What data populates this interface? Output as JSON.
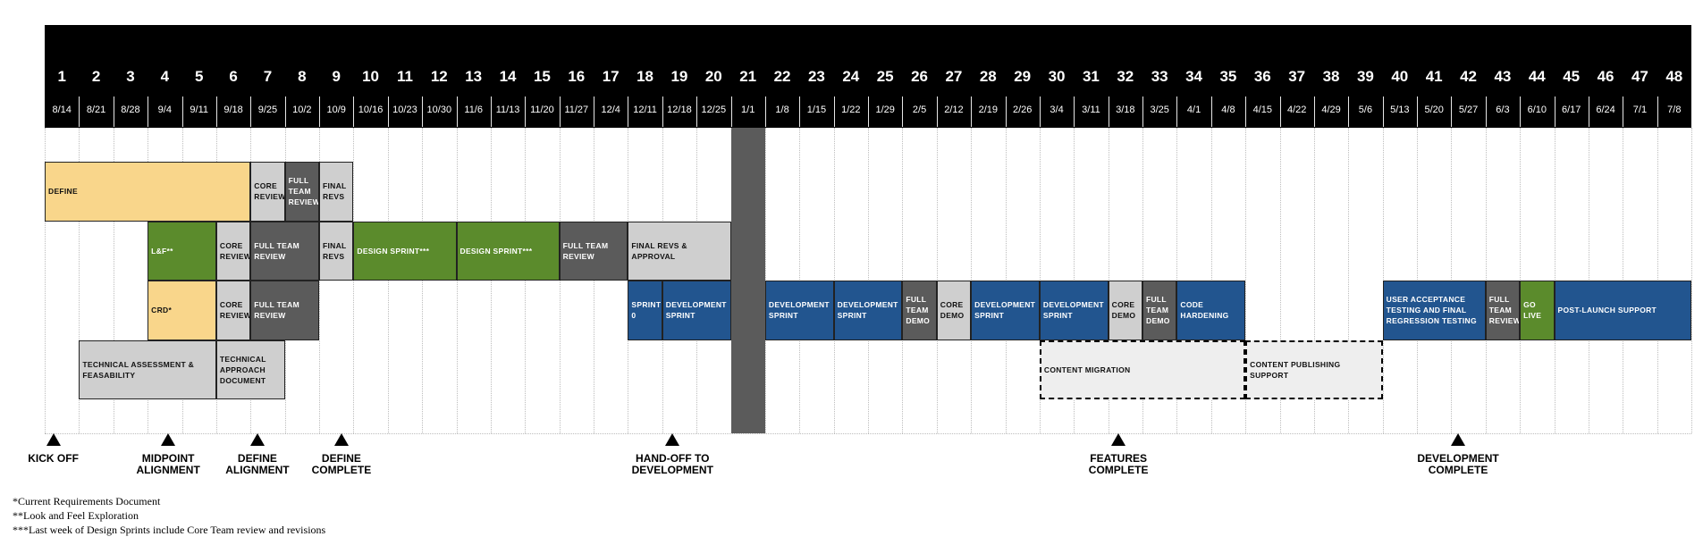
{
  "weeks": [
    {
      "num": "1",
      "date": "8/14"
    },
    {
      "num": "2",
      "date": "8/21"
    },
    {
      "num": "3",
      "date": "8/28"
    },
    {
      "num": "4",
      "date": "9/4"
    },
    {
      "num": "5",
      "date": "9/11"
    },
    {
      "num": "6",
      "date": "9/18"
    },
    {
      "num": "7",
      "date": "9/25"
    },
    {
      "num": "8",
      "date": "10/2"
    },
    {
      "num": "9",
      "date": "10/9"
    },
    {
      "num": "10",
      "date": "10/16"
    },
    {
      "num": "11",
      "date": "10/23"
    },
    {
      "num": "12",
      "date": "10/30"
    },
    {
      "num": "13",
      "date": "11/6"
    },
    {
      "num": "14",
      "date": "11/13"
    },
    {
      "num": "15",
      "date": "11/20"
    },
    {
      "num": "16",
      "date": "11/27"
    },
    {
      "num": "17",
      "date": "12/4"
    },
    {
      "num": "18",
      "date": "12/11"
    },
    {
      "num": "19",
      "date": "12/18"
    },
    {
      "num": "20",
      "date": "12/25"
    },
    {
      "num": "21",
      "date": "1/1"
    },
    {
      "num": "22",
      "date": "1/8"
    },
    {
      "num": "23",
      "date": "1/15"
    },
    {
      "num": "24",
      "date": "1/22"
    },
    {
      "num": "25",
      "date": "1/29"
    },
    {
      "num": "26",
      "date": "2/5"
    },
    {
      "num": "27",
      "date": "2/12"
    },
    {
      "num": "28",
      "date": "2/19"
    },
    {
      "num": "29",
      "date": "2/26"
    },
    {
      "num": "30",
      "date": "3/4"
    },
    {
      "num": "31",
      "date": "3/11"
    },
    {
      "num": "32",
      "date": "3/18"
    },
    {
      "num": "33",
      "date": "3/25"
    },
    {
      "num": "34",
      "date": "4/1"
    },
    {
      "num": "35",
      "date": "4/8"
    },
    {
      "num": "36",
      "date": "4/15"
    },
    {
      "num": "37",
      "date": "4/22"
    },
    {
      "num": "38",
      "date": "4/29"
    },
    {
      "num": "39",
      "date": "5/6"
    },
    {
      "num": "40",
      "date": "5/13"
    },
    {
      "num": "41",
      "date": "5/20"
    },
    {
      "num": "42",
      "date": "5/27"
    },
    {
      "num": "43",
      "date": "6/3"
    },
    {
      "num": "44",
      "date": "6/10"
    },
    {
      "num": "45",
      "date": "6/17"
    },
    {
      "num": "46",
      "date": "6/24"
    },
    {
      "num": "47",
      "date": "7/1"
    },
    {
      "num": "48",
      "date": "7/8"
    }
  ],
  "colors": {
    "header": "#000000",
    "define": "#f9d68b",
    "green": "#5b8b2c",
    "dark_gray": "#5b5b5b",
    "light_gray": "#cfcfcf",
    "blue": "#22558f",
    "content": "#eeeeee",
    "holiday": "#5b5b5b"
  },
  "holiday_week": 21,
  "tasks": [
    {
      "row": 0,
      "start": 1,
      "end": 6,
      "label": "DEFINE",
      "color": "define"
    },
    {
      "row": 0,
      "start": 7,
      "end": 7,
      "label": "CORE REVIEW",
      "color": "light_gray"
    },
    {
      "row": 0,
      "start": 8,
      "end": 8,
      "label": "FULL TEAM REVIEW",
      "color": "dark_gray"
    },
    {
      "row": 0,
      "start": 9,
      "end": 9,
      "label": "FINAL REVS",
      "color": "light_gray"
    },
    {
      "row": 1,
      "start": 4,
      "end": 5,
      "label": "L&F**",
      "color": "green"
    },
    {
      "row": 1,
      "start": 6,
      "end": 6,
      "label": "CORE REVIEW",
      "color": "light_gray"
    },
    {
      "row": 1,
      "start": 7,
      "end": 8,
      "label": "FULL TEAM REVIEW",
      "color": "dark_gray"
    },
    {
      "row": 1,
      "start": 9,
      "end": 9,
      "label": "FINAL REVS",
      "color": "light_gray"
    },
    {
      "row": 1,
      "start": 10,
      "end": 12,
      "label": "DESIGN SPRINT***",
      "color": "green"
    },
    {
      "row": 1,
      "start": 13,
      "end": 15,
      "label": "DESIGN SPRINT***",
      "color": "green"
    },
    {
      "row": 1,
      "start": 16,
      "end": 17,
      "label": "FULL TEAM REVIEW",
      "color": "dark_gray"
    },
    {
      "row": 1,
      "start": 18,
      "end": 20,
      "label": "FINAL REVS & APPROVAL",
      "color": "light_gray"
    },
    {
      "row": 2,
      "start": 4,
      "end": 5,
      "label": "CRD*",
      "color": "define"
    },
    {
      "row": 2,
      "start": 6,
      "end": 6,
      "label": "CORE REVIEW",
      "color": "light_gray"
    },
    {
      "row": 2,
      "start": 7,
      "end": 8,
      "label": "FULL TEAM REVIEW",
      "color": "dark_gray"
    },
    {
      "row": 2,
      "start": 18,
      "end": 18,
      "label": "SPRINT 0",
      "color": "blue"
    },
    {
      "row": 2,
      "start": 19,
      "end": 20,
      "label": "DEVELOPMENT SPRINT",
      "color": "blue"
    },
    {
      "row": 2,
      "start": 22,
      "end": 23,
      "label": "DEVELOPMENT SPRINT",
      "color": "blue"
    },
    {
      "row": 2,
      "start": 24,
      "end": 25,
      "label": "DEVELOPMENT SPRINT",
      "color": "blue"
    },
    {
      "row": 2,
      "start": 26,
      "end": 26,
      "label": "FULL TEAM DEMO",
      "color": "dark_gray"
    },
    {
      "row": 2,
      "start": 27,
      "end": 27,
      "label": "CORE DEMO",
      "color": "light_gray"
    },
    {
      "row": 2,
      "start": 28,
      "end": 29,
      "label": "DEVELOPMENT SPRINT",
      "color": "blue"
    },
    {
      "row": 2,
      "start": 30,
      "end": 31,
      "label": "DEVELOPMENT SPRINT",
      "color": "blue"
    },
    {
      "row": 2,
      "start": 32,
      "end": 32,
      "label": "CORE DEMO",
      "color": "light_gray"
    },
    {
      "row": 2,
      "start": 33,
      "end": 33,
      "label": "FULL TEAM DEMO",
      "color": "dark_gray"
    },
    {
      "row": 2,
      "start": 34,
      "end": 35,
      "label": "CODE HARDENING",
      "color": "blue"
    },
    {
      "row": 2,
      "start": 40,
      "end": 42,
      "label": "USER ACCEPTANCE TESTING AND FINAL REGRESSION TESTING",
      "color": "blue"
    },
    {
      "row": 2,
      "start": 43,
      "end": 43,
      "label": "FULL TEAM REVIEW",
      "color": "dark_gray"
    },
    {
      "row": 2,
      "start": 44,
      "end": 44,
      "label": "GO LIVE",
      "color": "green"
    },
    {
      "row": 2,
      "start": 45,
      "end": 48,
      "label": "POST-LAUNCH SUPPORT",
      "color": "blue"
    },
    {
      "row": 3,
      "start": 2,
      "end": 5,
      "label": "TECHNICAL ASSESSMENT & FEASABILITY",
      "color": "light_gray"
    },
    {
      "row": 3,
      "start": 6,
      "end": 7,
      "label": "TECHNICAL APPROACH DOCUMENT",
      "color": "light_gray"
    },
    {
      "row": 3,
      "start": 30,
      "end": 35,
      "label": "CONTENT MIGRATION",
      "color": "content",
      "dashed": true
    },
    {
      "row": 3,
      "start": 36,
      "end": 39,
      "label": "CONTENT PUBLISHING SUPPORT",
      "color": "content",
      "dashed": true
    }
  ],
  "milestones": [
    {
      "week": 1,
      "offset": 0.25,
      "label": "KICK OFF"
    },
    {
      "week": 4,
      "offset": 0.6,
      "label": "MIDPOINT ALIGNMENT"
    },
    {
      "week": 7,
      "offset": 0.2,
      "label": "DEFINE ALIGNMENT"
    },
    {
      "week": 9,
      "offset": 0.65,
      "label": "DEFINE COMPLETE"
    },
    {
      "week": 19,
      "offset": 0.3,
      "label": "HAND-OFF TO DEVELOPMENT"
    },
    {
      "week": 32,
      "offset": 0.3,
      "label": "FEATURES COMPLETE"
    },
    {
      "week": 42,
      "offset": 0.2,
      "label": "DEVELOPMENT COMPLETE"
    }
  ],
  "notes": [
    "*Current Requirements Document",
    "**Look and Feel Exploration",
    "***Last week of Design Sprints include Core Team review and revisions"
  ]
}
